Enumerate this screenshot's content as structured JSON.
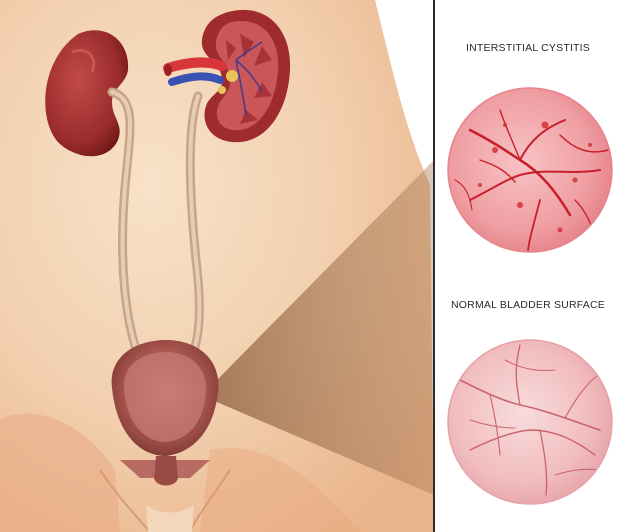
{
  "panels": {
    "interstitial_cystitis": {
      "label": "INTERSTITIAL CYSTITIS"
    },
    "normal_bladder": {
      "label": "NORMAL BLADDER SURFACE"
    }
  },
  "colors": {
    "skin_light": "#f6dcc0",
    "skin_mid": "#efc6a0",
    "skin_shadow": "#e6a77c",
    "kidney": "#9e3030",
    "kidney_dark": "#6e1717",
    "ureter": "#caa88a",
    "bladder": "#9a4b45",
    "ic_tissue": "#f0a0a4",
    "ic_vessel": "#c8202a",
    "normal_tissue": "#f3c2c4",
    "normal_vessel": "#c5525a",
    "panel_border": "#2b2b2b",
    "callout": "#8c5a36"
  },
  "icons": [
    "left-kidney",
    "right-kidney-cross-section",
    "renal-artery",
    "renal-vein",
    "left-ureter",
    "right-ureter",
    "bladder",
    "urethra"
  ]
}
